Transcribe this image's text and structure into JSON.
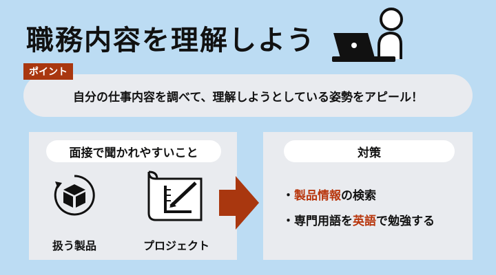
{
  "title": "職務内容を理解しよう",
  "point": {
    "badge": "ポイント",
    "text": "自分の仕事内容を調べて、理解しようとしている姿勢をアピール！"
  },
  "left_panel": {
    "header": "面接で聞かれやすいこと",
    "items": [
      {
        "icon": "package-icon",
        "label": "扱う製品"
      },
      {
        "icon": "blueprint-icon",
        "label": "プロジェクト"
      }
    ]
  },
  "right_panel": {
    "header": "対策",
    "measures": [
      {
        "bullet": "・",
        "highlight": "製品情報",
        "rest": "の検索"
      },
      {
        "bullet": "・",
        "pre": "専門用語を",
        "highlight": "英語",
        "rest": "で勉強する"
      }
    ]
  },
  "colors": {
    "background": "#bcdcf3",
    "panel": "#e9ebef",
    "accent": "#a9370f",
    "highlight_text": "#b8360d"
  }
}
